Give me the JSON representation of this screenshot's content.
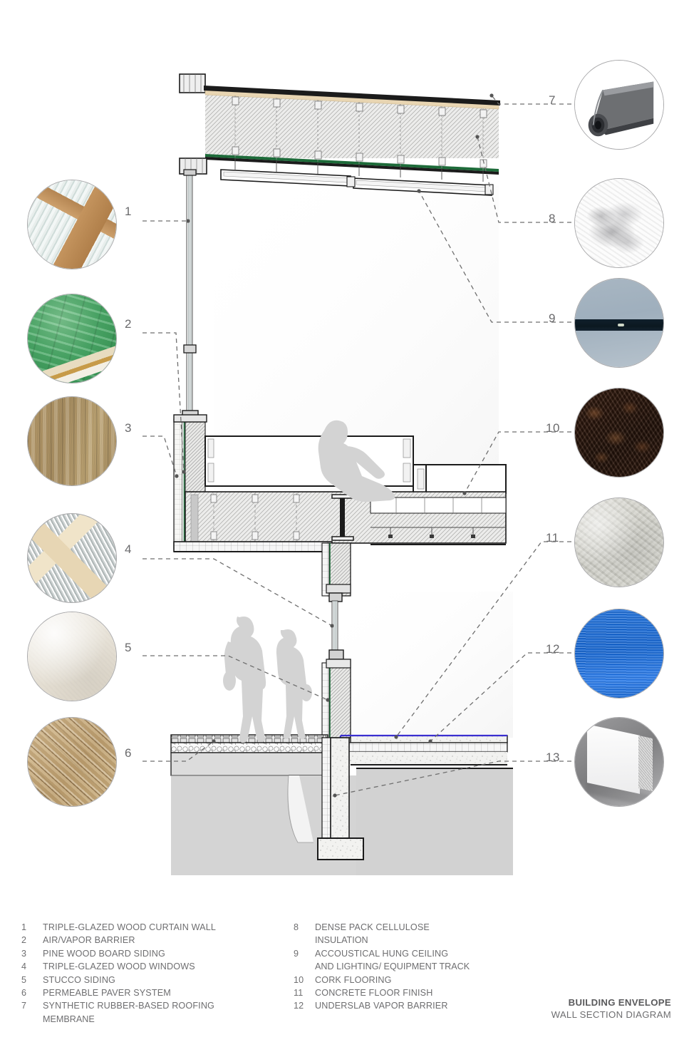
{
  "title_block": {
    "line1": "BUILDING ENVELOPE",
    "line2": "WALL SECTION DIAGRAM"
  },
  "legend": {
    "left_column": [
      {
        "num": "1",
        "text": "TRIPLE-GLAZED WOOD CURTAIN WALL"
      },
      {
        "num": "2",
        "text": "AIR/VAPOR BARRIER"
      },
      {
        "num": "3",
        "text": "PINE WOOD BOARD SIDING"
      },
      {
        "num": "4",
        "text": "TRIPLE-GLAZED WOOD WINDOWS"
      },
      {
        "num": "5",
        "text": "STUCCO SIDING"
      },
      {
        "num": "6",
        "text": "PERMEABLE PAVER SYSTEM"
      },
      {
        "num": "7",
        "text": "SYNTHETIC RUBBER-BASED ROOFING",
        "cont": "MEMBRANE"
      }
    ],
    "right_column": [
      {
        "num": "8",
        "text": "DENSE PACK CELLULOSE",
        "cont": "INSULATION"
      },
      {
        "num": "9",
        "text": "ACCOUSTICAL HUNG CEILING",
        "cont": "AND LIGHTING/ EQUIPMENT TRACK"
      },
      {
        "num": "10",
        "text": "CORK FLOORING"
      },
      {
        "num": "11",
        "text": "CONCRETE FLOOR FINISH"
      },
      {
        "num": "12",
        "text": "UNDERSLAB VAPOR BARRIER"
      }
    ]
  },
  "callouts": {
    "left": [
      {
        "num": "1",
        "material": "triple-glazed-wood-curtain-wall",
        "swatch": "curtain-wall-mullion-detail"
      },
      {
        "num": "2",
        "material": "air-vapor-barrier",
        "swatch": "green-membrane-sheet"
      },
      {
        "num": "3",
        "material": "pine-wood-board-siding",
        "swatch": "vertical-wood-boards"
      },
      {
        "num": "4",
        "material": "triple-glazed-wood-windows",
        "swatch": "window-frame-corner-section"
      },
      {
        "num": "5",
        "material": "stucco-siding",
        "swatch": "smooth-cream-stucco"
      },
      {
        "num": "6",
        "material": "permeable-paver-system",
        "swatch": "diagonal-wood-grain-paver"
      }
    ],
    "right": [
      {
        "num": "7",
        "material": "synthetic-rubber-based-roofing-membrane",
        "swatch": "rolled-epdm-membrane"
      },
      {
        "num": "8",
        "material": "dense-pack-cellulose-insulation",
        "swatch": "loose-cellulose-fiber"
      },
      {
        "num": "9",
        "material": "accoustical-hung-ceiling-and-lighting-equipment-track",
        "swatch": "ceiling-panel-with-track"
      },
      {
        "num": "10",
        "material": "cork-flooring",
        "swatch": "dark-brown-cork"
      },
      {
        "num": "11",
        "material": "concrete-floor-finish",
        "swatch": "grey-polished-concrete"
      },
      {
        "num": "12",
        "material": "underslab-vapor-barrier",
        "swatch": "blue-poly-sheeting"
      },
      {
        "num": "13",
        "material": "rigid-insulation-board",
        "swatch": "white-rigid-board-edge"
      }
    ]
  },
  "drawing": {
    "name": "wall-section",
    "colors": {
      "cut_line": "#1b1b1b",
      "air_vapor_barrier_line": "#1d6b39",
      "underslab_vapor_barrier_line": "#3a2fd0",
      "roof_sheathing": "#e8d5b2",
      "insulation_hatch": "#9a9a9a",
      "concrete_fill": "#e8e8e8",
      "ground_fill": "#d4d4d4",
      "figure_silhouette": "#d2d2d2",
      "leader_line": "#7a7a7c"
    },
    "elements": [
      "sloped-roof-assembly",
      "roofing-membrane-layer",
      "roof-sheathing-layer",
      "dense-pack-cellulose-roof-cavity",
      "air-vapor-barrier-line",
      "acoustical-hung-ceiling-track",
      "triple-glazed-curtain-wall",
      "upper-floor-assembly",
      "stepped-floor-platform",
      "steel-i-beam",
      "floor-joist-cavity",
      "lower-wall-stucco-assembly",
      "triple-glazed-window",
      "permeable-paver-system-on-gravel",
      "concrete-slab-on-grade",
      "underslab-vapor-barrier",
      "rigid-insulation-under-slab",
      "foundation-wall",
      "concrete-footing",
      "earth-ground-fill",
      "seated-person-silhouette",
      "walking-people-silhouettes"
    ]
  }
}
